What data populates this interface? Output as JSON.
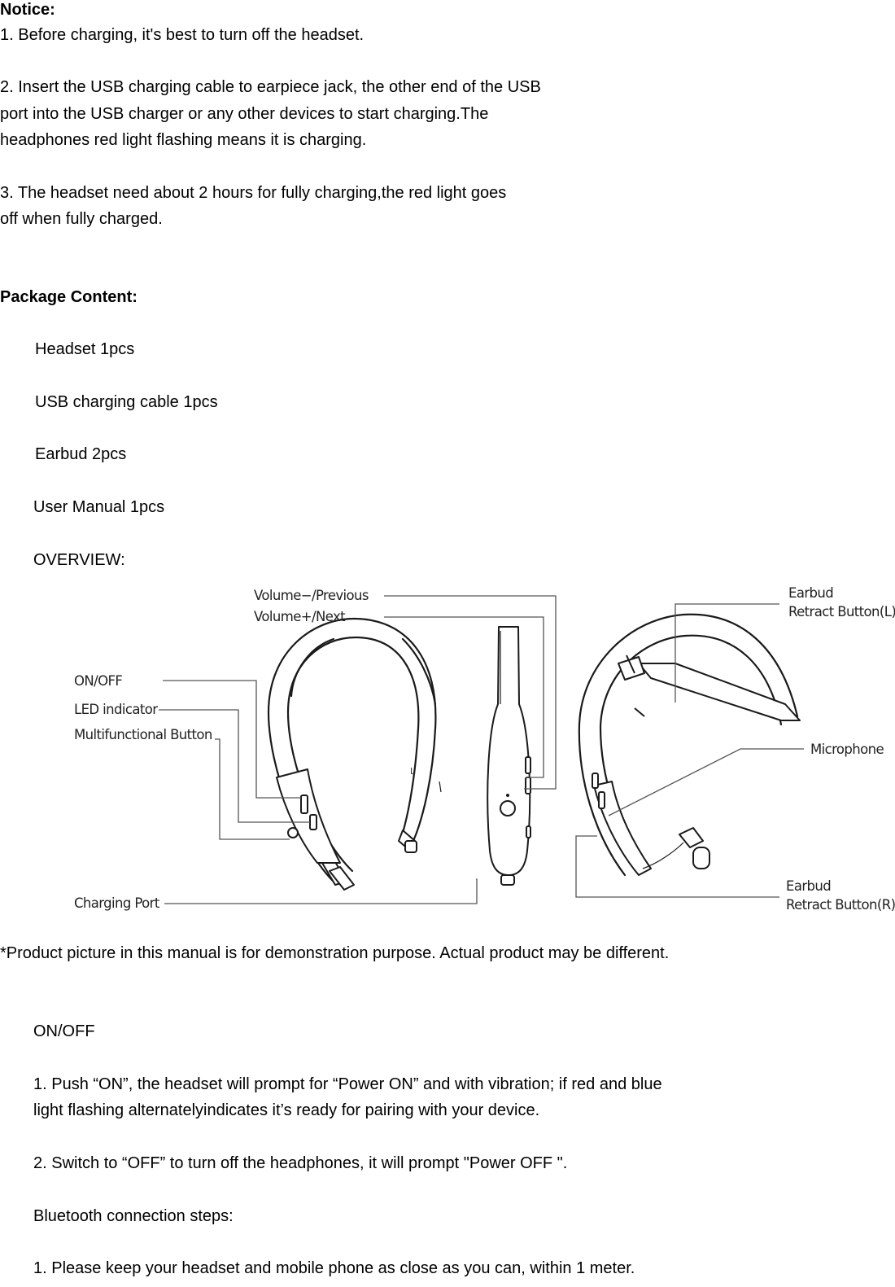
{
  "notice": {
    "heading": "Notice:",
    "step1": "1. Before charging, it's best to turn off the headset.",
    "step2": [
      "2. Insert the USB charging cable to earpiece jack, the other end of the USB",
      "port into the USB charger or any other devices to start charging.The",
      "headphones red light flashing means it is charging."
    ],
    "step3": [
      "3. The headset need about 2 hours for fully charging,the red light goes",
      "off when fully charged."
    ]
  },
  "package": {
    "heading": "Package Content:",
    "items": [
      "Headset 1pcs",
      "USB charging cable 1pcs",
      "Earbud 2pcs",
      "User Manual 1pcs"
    ]
  },
  "overview": {
    "heading": "OVERVIEW:",
    "labels": {
      "volume_minus": "Volume−/Previous",
      "volume_plus": "Volume+/Next",
      "on_off": "ON/OFF",
      "led": "LED indicator",
      "multi": "Multifunctional Button",
      "charging": "Charging Port",
      "earbud_l_1": "Earbud",
      "earbud_l_2": "Retract Button(L)",
      "microphone": "Microphone",
      "earbud_r_1": "Earbud",
      "earbud_r_2": "Retract Button(R)"
    },
    "disclaimer": "*Product picture in this manual is for demonstration purpose. Actual product may be different."
  },
  "onoff": {
    "heading": "ON/OFF",
    "step1": [
      "1. Push “ON”, the headset will prompt for “Power ON” and with vibration; if red and blue",
      "light flashing alternatelyindicates it’s ready for pairing with your device."
    ],
    "step2": "2. Switch to “OFF” to turn off the headphones, it will prompt \"Power OFF \"."
  },
  "bluetooth": {
    "heading": "Bluetooth connection steps:",
    "step1": "1. Please keep your headset and mobile phone as close as you can, within 1 meter."
  }
}
